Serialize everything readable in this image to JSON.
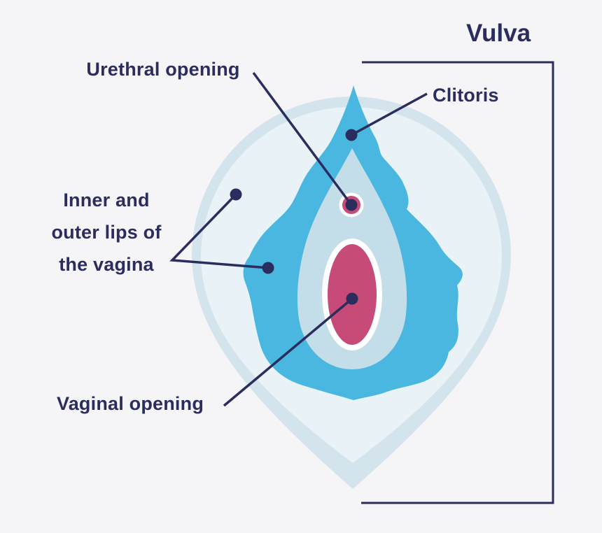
{
  "title": "Vulva",
  "labels": {
    "urethral": "Urethral opening",
    "clitoris": "Clitoris",
    "lips": "Inner and outer lips of the vagina",
    "lips_lines": [
      "Inner and",
      "outer lips of",
      "the vagina"
    ],
    "vaginal": "Vaginal opening"
  },
  "colors": {
    "text_navy": "#2b2d5e",
    "labia_blue": "#4ab7e1",
    "vestibule_light_blue": "#c3dde9",
    "outer_pale_blue": "#e9f2f6",
    "outer_rim_blue": "#d4e4ec",
    "opening_pink": "#c64b78",
    "ring_white": "#ffffff",
    "background_gray": "#f5f5f7"
  }
}
